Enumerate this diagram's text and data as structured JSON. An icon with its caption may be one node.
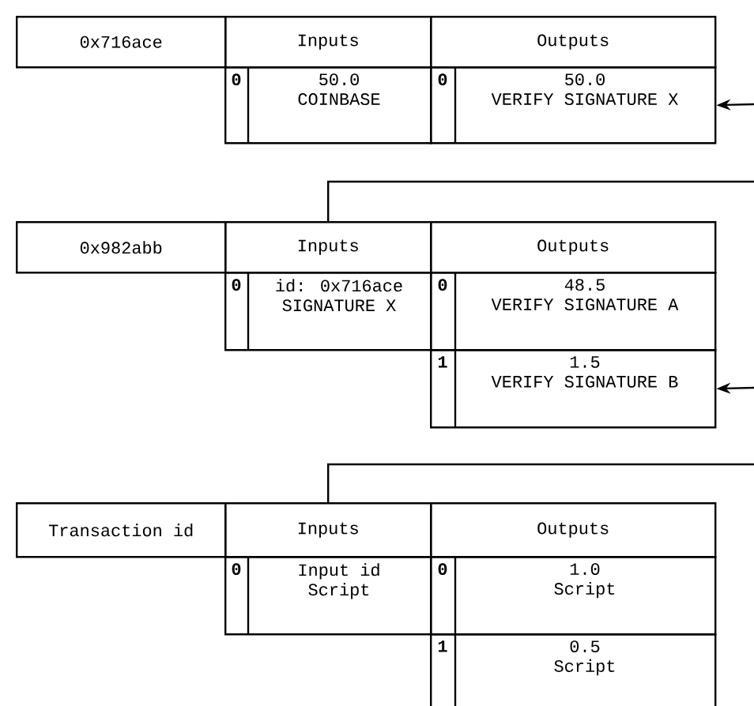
{
  "diagram": {
    "nodes": [
      {
        "text": [
          "0x716ace"
        ]
      },
      {
        "text": [
          "Inputs"
        ]
      },
      {
        "text": [
          "Outputs"
        ]
      },
      {
        "text": [
          "0",
          "50.0",
          "COINBASE"
        ]
      },
      {
        "text": [
          "0",
          "50.0",
          "VERIFY SIGNATURE X"
        ]
      },
      {
        "text": [
          "0x982abb"
        ]
      },
      {
        "text": [
          "Inputs"
        ]
      },
      {
        "text": [
          "Outputs"
        ]
      },
      {
        "text": [
          "0",
          "id: 0x716ace",
          "SIGNATURE X"
        ]
      },
      {
        "text": [
          "0",
          "48.5",
          "VERIFY SIGNATURE A"
        ]
      },
      {
        "text": [
          "1",
          "1.5",
          "VERIFY SIGNATURE B"
        ]
      },
      {
        "text": [
          "Transaction id"
        ]
      },
      {
        "text": [
          "Inputs"
        ]
      },
      {
        "text": [
          "Outputs"
        ]
      },
      {
        "text": [
          "0",
          "Input id",
          "Script"
        ]
      },
      {
        "text": [
          "0",
          "1.0",
          "Script"
        ]
      },
      {
        "text": [
          "1",
          "0.5",
          "Script"
        ]
      }
    ],
    "edges": [
      {
        "from": null,
        "to": 4,
        "arrow": "to"
      },
      {
        "from": 6,
        "to": null,
        "arrow": "none"
      },
      {
        "from": null,
        "to": 10,
        "arrow": "to"
      },
      {
        "from": 12,
        "to": null,
        "arrow": "none"
      }
    ]
  }
}
